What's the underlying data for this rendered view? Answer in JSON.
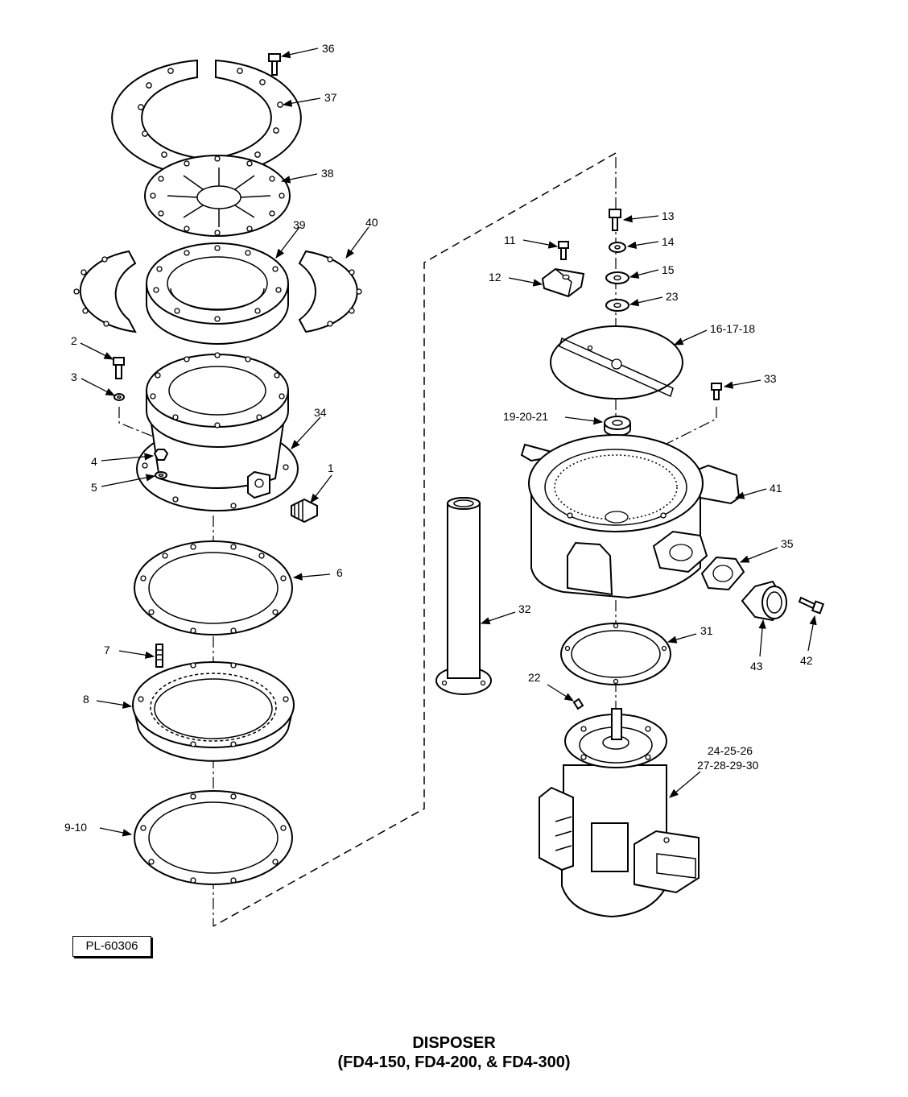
{
  "figure": {
    "plate_id": "PL-60306",
    "title_line1": "DISPOSER",
    "title_line2": "(FD4-150,  FD4-200,  & FD4-300)"
  },
  "callouts": {
    "c1": "1",
    "c2": "2",
    "c3": "3",
    "c4": "4",
    "c5": "5",
    "c6": "6",
    "c7": "7",
    "c8": "8",
    "c9_10": "9-10",
    "c11": "11",
    "c12": "12",
    "c13": "13",
    "c14": "14",
    "c15": "15",
    "c16_17_18": "16-17-18",
    "c19_20_21": "19-20-21",
    "c22": "22",
    "c23": "23",
    "c24_30_a": "24-25-26",
    "c24_30_b": "27-28-29-30",
    "c31": "31",
    "c32": "32",
    "c33": "33",
    "c34": "34",
    "c35": "35",
    "c36": "36",
    "c37": "37",
    "c38": "38",
    "c39": "39",
    "c40": "40",
    "c41": "41",
    "c42": "42",
    "c43": "43"
  }
}
